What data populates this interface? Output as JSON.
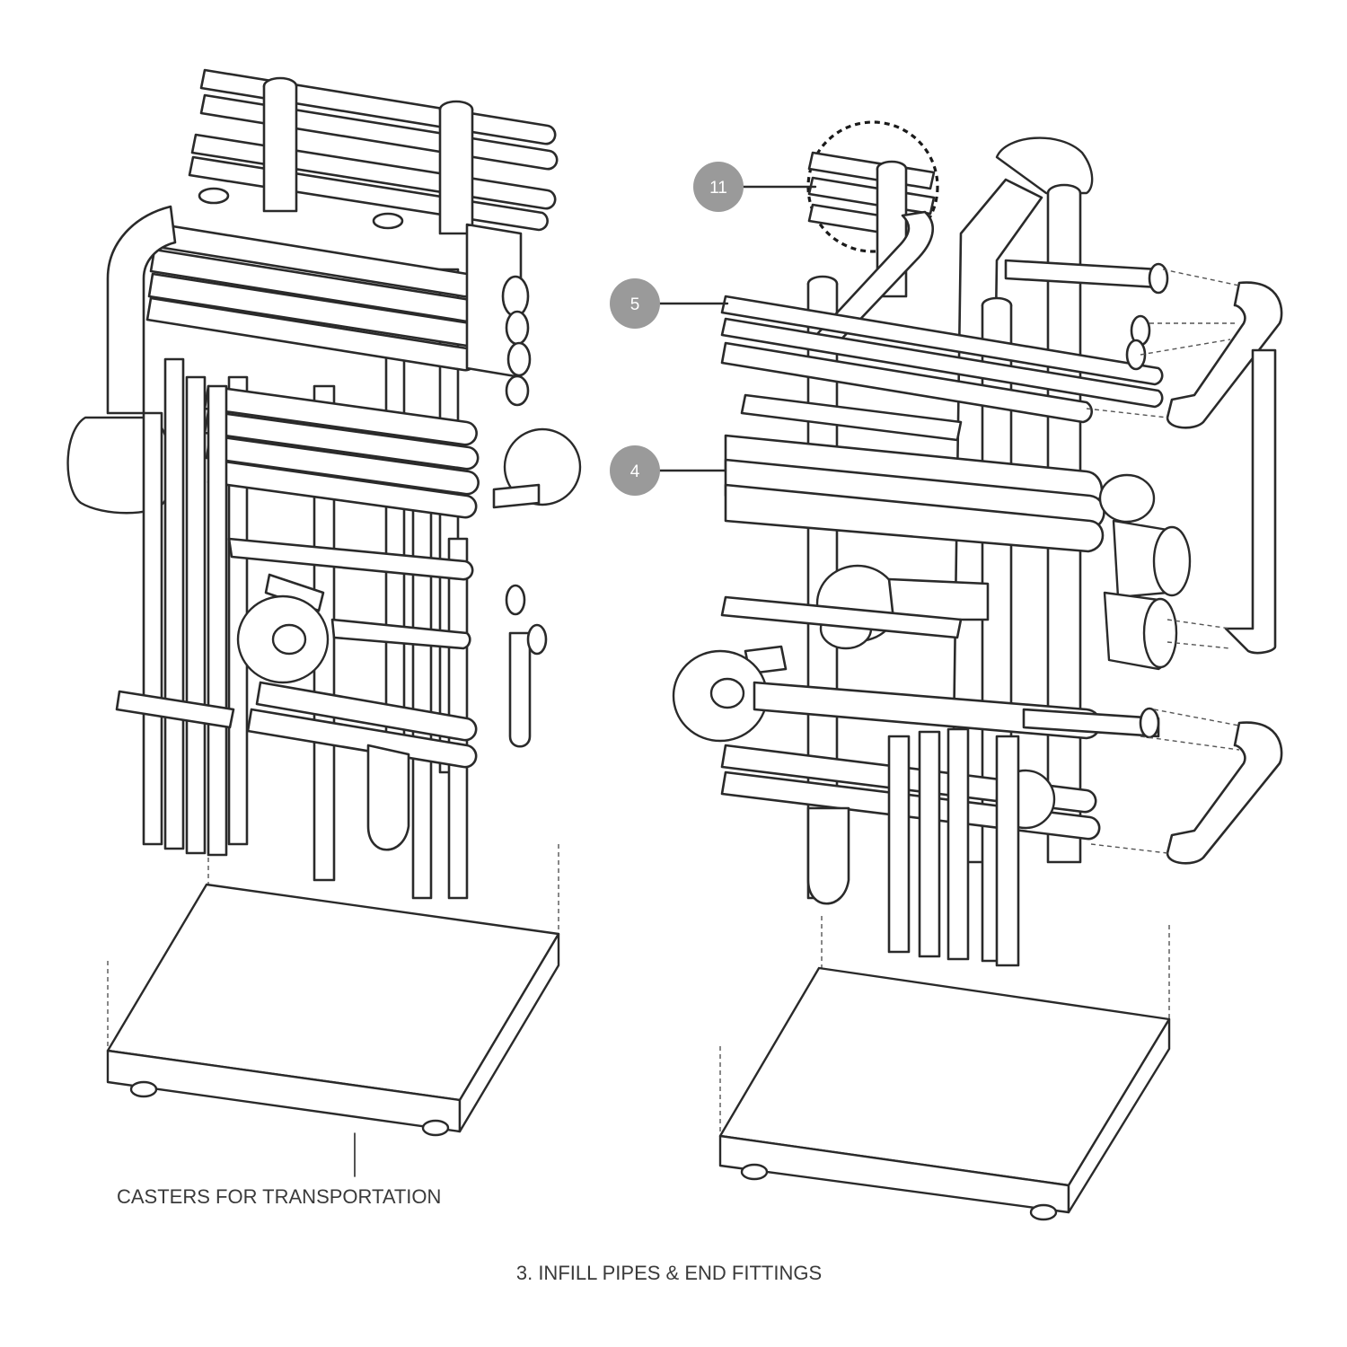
{
  "figure": {
    "caption": "3. INFILL PIPES & END FITTINGS",
    "annotation_casters": "CASTERS FOR TRANSPORTATION"
  },
  "callouts": [
    {
      "id": "11",
      "label": "11"
    },
    {
      "id": "5",
      "label": "5"
    },
    {
      "id": "4",
      "label": "4"
    }
  ],
  "colors": {
    "callout_fill": "#9a9a9a",
    "line": "#2a2a2a",
    "text": "#3a3a3a"
  }
}
